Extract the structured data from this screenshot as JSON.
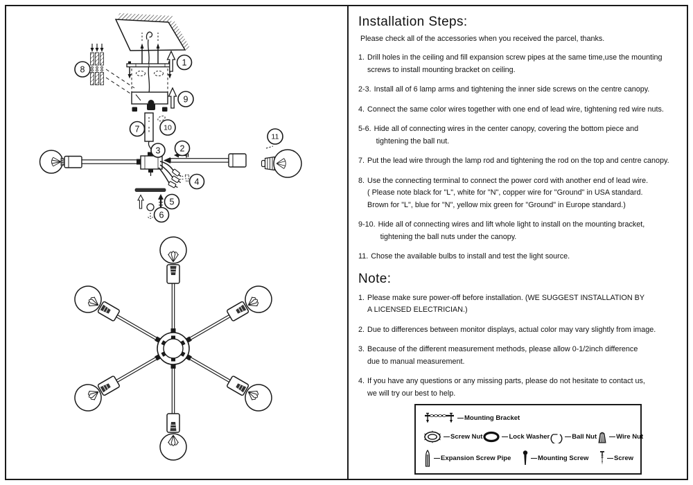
{
  "diagram": {
    "callouts": {
      "c1": "1",
      "c2": "2",
      "c3": "3",
      "c4": "4",
      "c5": "5",
      "c6": "6",
      "c7": "7",
      "c8": "8",
      "c9": "9",
      "c10": "10",
      "c11": "11"
    }
  },
  "right_panel": {
    "title": "Installation Steps:",
    "intro": "Please check all of the accessories when you received the parcel, thanks.",
    "steps": [
      {
        "num": "1.",
        "text": "Drill holes in the ceiling and fill expansion screw pipes at the same time,use the mounting\nscrews to install mounting bracket on ceiling."
      },
      {
        "num": "2-3.",
        "text": "Install all of 6 lamp arms and tightening the inner side screws on the centre canopy."
      },
      {
        "num": "4.",
        "text": "Connect the same color wires together with one end of lead wire, tightening red wire nuts."
      },
      {
        "num": "5-6.",
        "text": "Hide all of connecting wires in the center canopy, covering the bottom piece and\n tightening the ball nut."
      },
      {
        "num": "7.",
        "text": "Put the lead wire through the lamp rod and tightening the rod on the top and centre canopy."
      },
      {
        "num": "8.",
        "text": "Use the connecting terminal to connect the power cord with another end of lead wire.\n( Please note black for \"L\", white for \"N\", copper wire for \"Ground\" in USA standard.\nBrown for \"L\", blue for \"N\", yellow mix green for \"Ground\" in Europe standard.)"
      },
      {
        "num": "9-10.",
        "text": "Hide all of connecting wires and lift whole light to install on the mounting bracket,\n tightening the ball nuts under the canopy."
      },
      {
        "num": "11.",
        "text": "Chose the available bulbs to install and test the light source."
      }
    ],
    "note_title": "Note:",
    "notes": [
      {
        "num": "1.",
        "text": "Please make sure power-off before installation. (WE SUGGEST INSTALLATION BY\nA LICENSED ELECTRICIAN.)"
      },
      {
        "num": "2.",
        "text": "Due to differences between monitor displays, actual color may vary slightly from image."
      },
      {
        "num": "3.",
        "text": "Because of the different measurement methods, please allow 0-1/2inch difference\ndue to manual measurement."
      },
      {
        "num": "4.",
        "text": "If you have any questions or any missing parts, please do not hesitate to contact us,\nwe will try our best to help."
      }
    ],
    "legend": {
      "mounting_bracket": "Mounting Bracket",
      "screw_nut": "Screw Nut",
      "lock_washer": "Lock Washer",
      "ball_nut": "Ball Nut",
      "wire_nut": "Wire Nut",
      "expansion_screw_pipe": "Expansion Screw Pipe",
      "mounting_screw": "Mounting Screw",
      "screw": "Screw"
    }
  }
}
